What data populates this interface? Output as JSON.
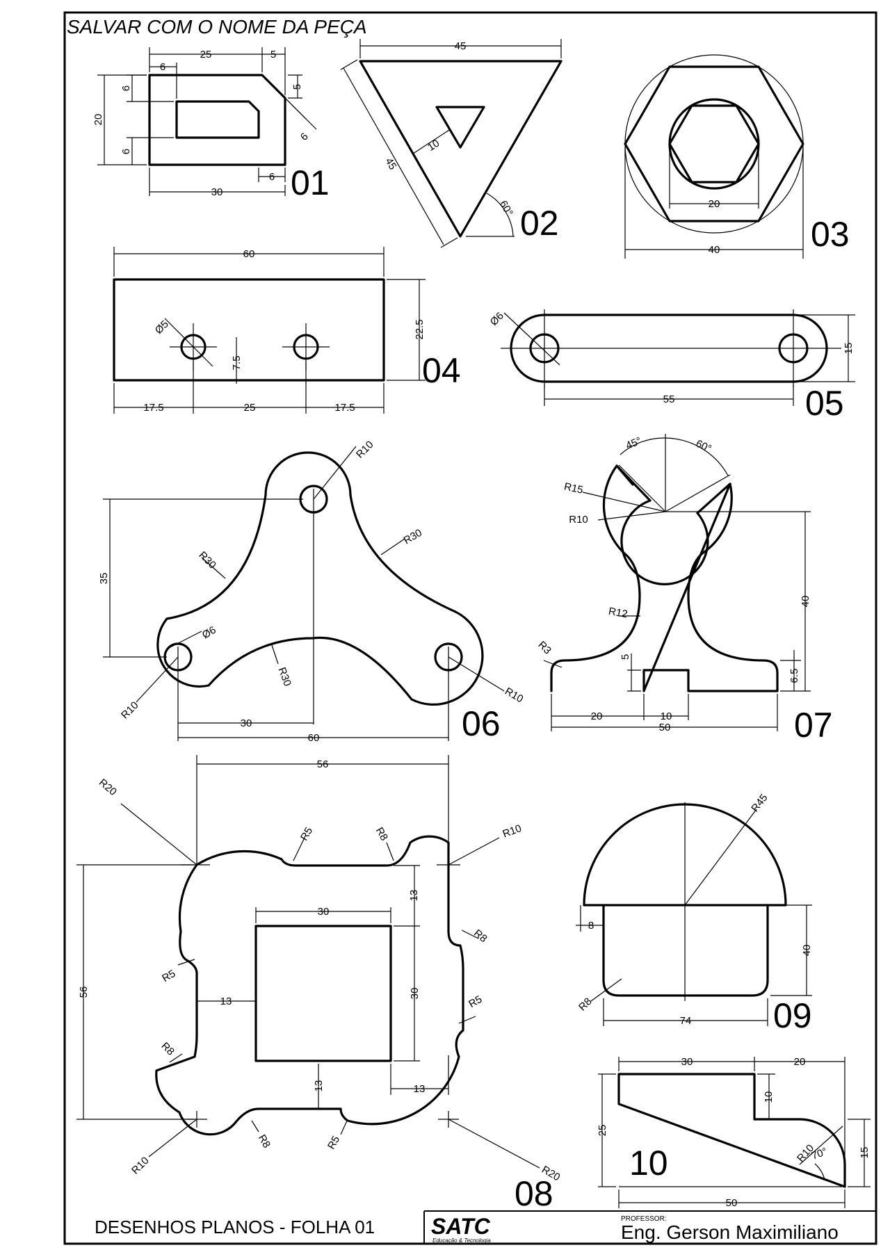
{
  "header": {
    "instruction": "SALVAR COM O NOME DA PEÇA"
  },
  "footer": {
    "sheet_title": "DESENHOS PLANOS - FOLHA 01",
    "logo_text": "SATC",
    "logo_tagline": "Educação & Tecnologia",
    "professor_label": "PROFESSOR:",
    "professor_name": "Eng. Gerson Maximiliano"
  },
  "parts": [
    {
      "number": "01",
      "dims": [
        "25",
        "5",
        "6",
        "6",
        "5",
        "20",
        "6",
        "6",
        "6",
        "30"
      ]
    },
    {
      "number": "02",
      "dims": [
        "45",
        "45",
        "10",
        "60°"
      ]
    },
    {
      "number": "03",
      "dims": [
        "20",
        "40"
      ]
    },
    {
      "number": "04",
      "dims": [
        "60",
        "Ø5",
        "22.5",
        "7.5",
        "17.5",
        "25",
        "17.5"
      ]
    },
    {
      "number": "05",
      "dims": [
        "Ø6",
        "15",
        "55"
      ]
    },
    {
      "number": "06",
      "dims": [
        "R10",
        "R30",
        "R30",
        "35",
        "Ø6",
        "R30",
        "R10",
        "R10",
        "30",
        "60"
      ]
    },
    {
      "number": "07",
      "dims": [
        "45°",
        "60°",
        "R15",
        "R10",
        "40",
        "R12",
        "R3",
        "5",
        "6.5",
        "20",
        "10",
        "50"
      ]
    },
    {
      "number": "08",
      "dims": [
        "56",
        "R20",
        "R5",
        "R8",
        "R10",
        "13",
        "30",
        "R8",
        "56",
        "R5",
        "13",
        "30",
        "R5",
        "R8",
        "13",
        "13",
        "R10",
        "R8",
        "R5",
        "R20"
      ]
    },
    {
      "number": "09",
      "dims": [
        "R45",
        "8",
        "40",
        "R8",
        "74"
      ]
    },
    {
      "number": "10",
      "dims": [
        "30",
        "20",
        "10",
        "25",
        "R10",
        "70°",
        "15",
        "50"
      ]
    }
  ]
}
